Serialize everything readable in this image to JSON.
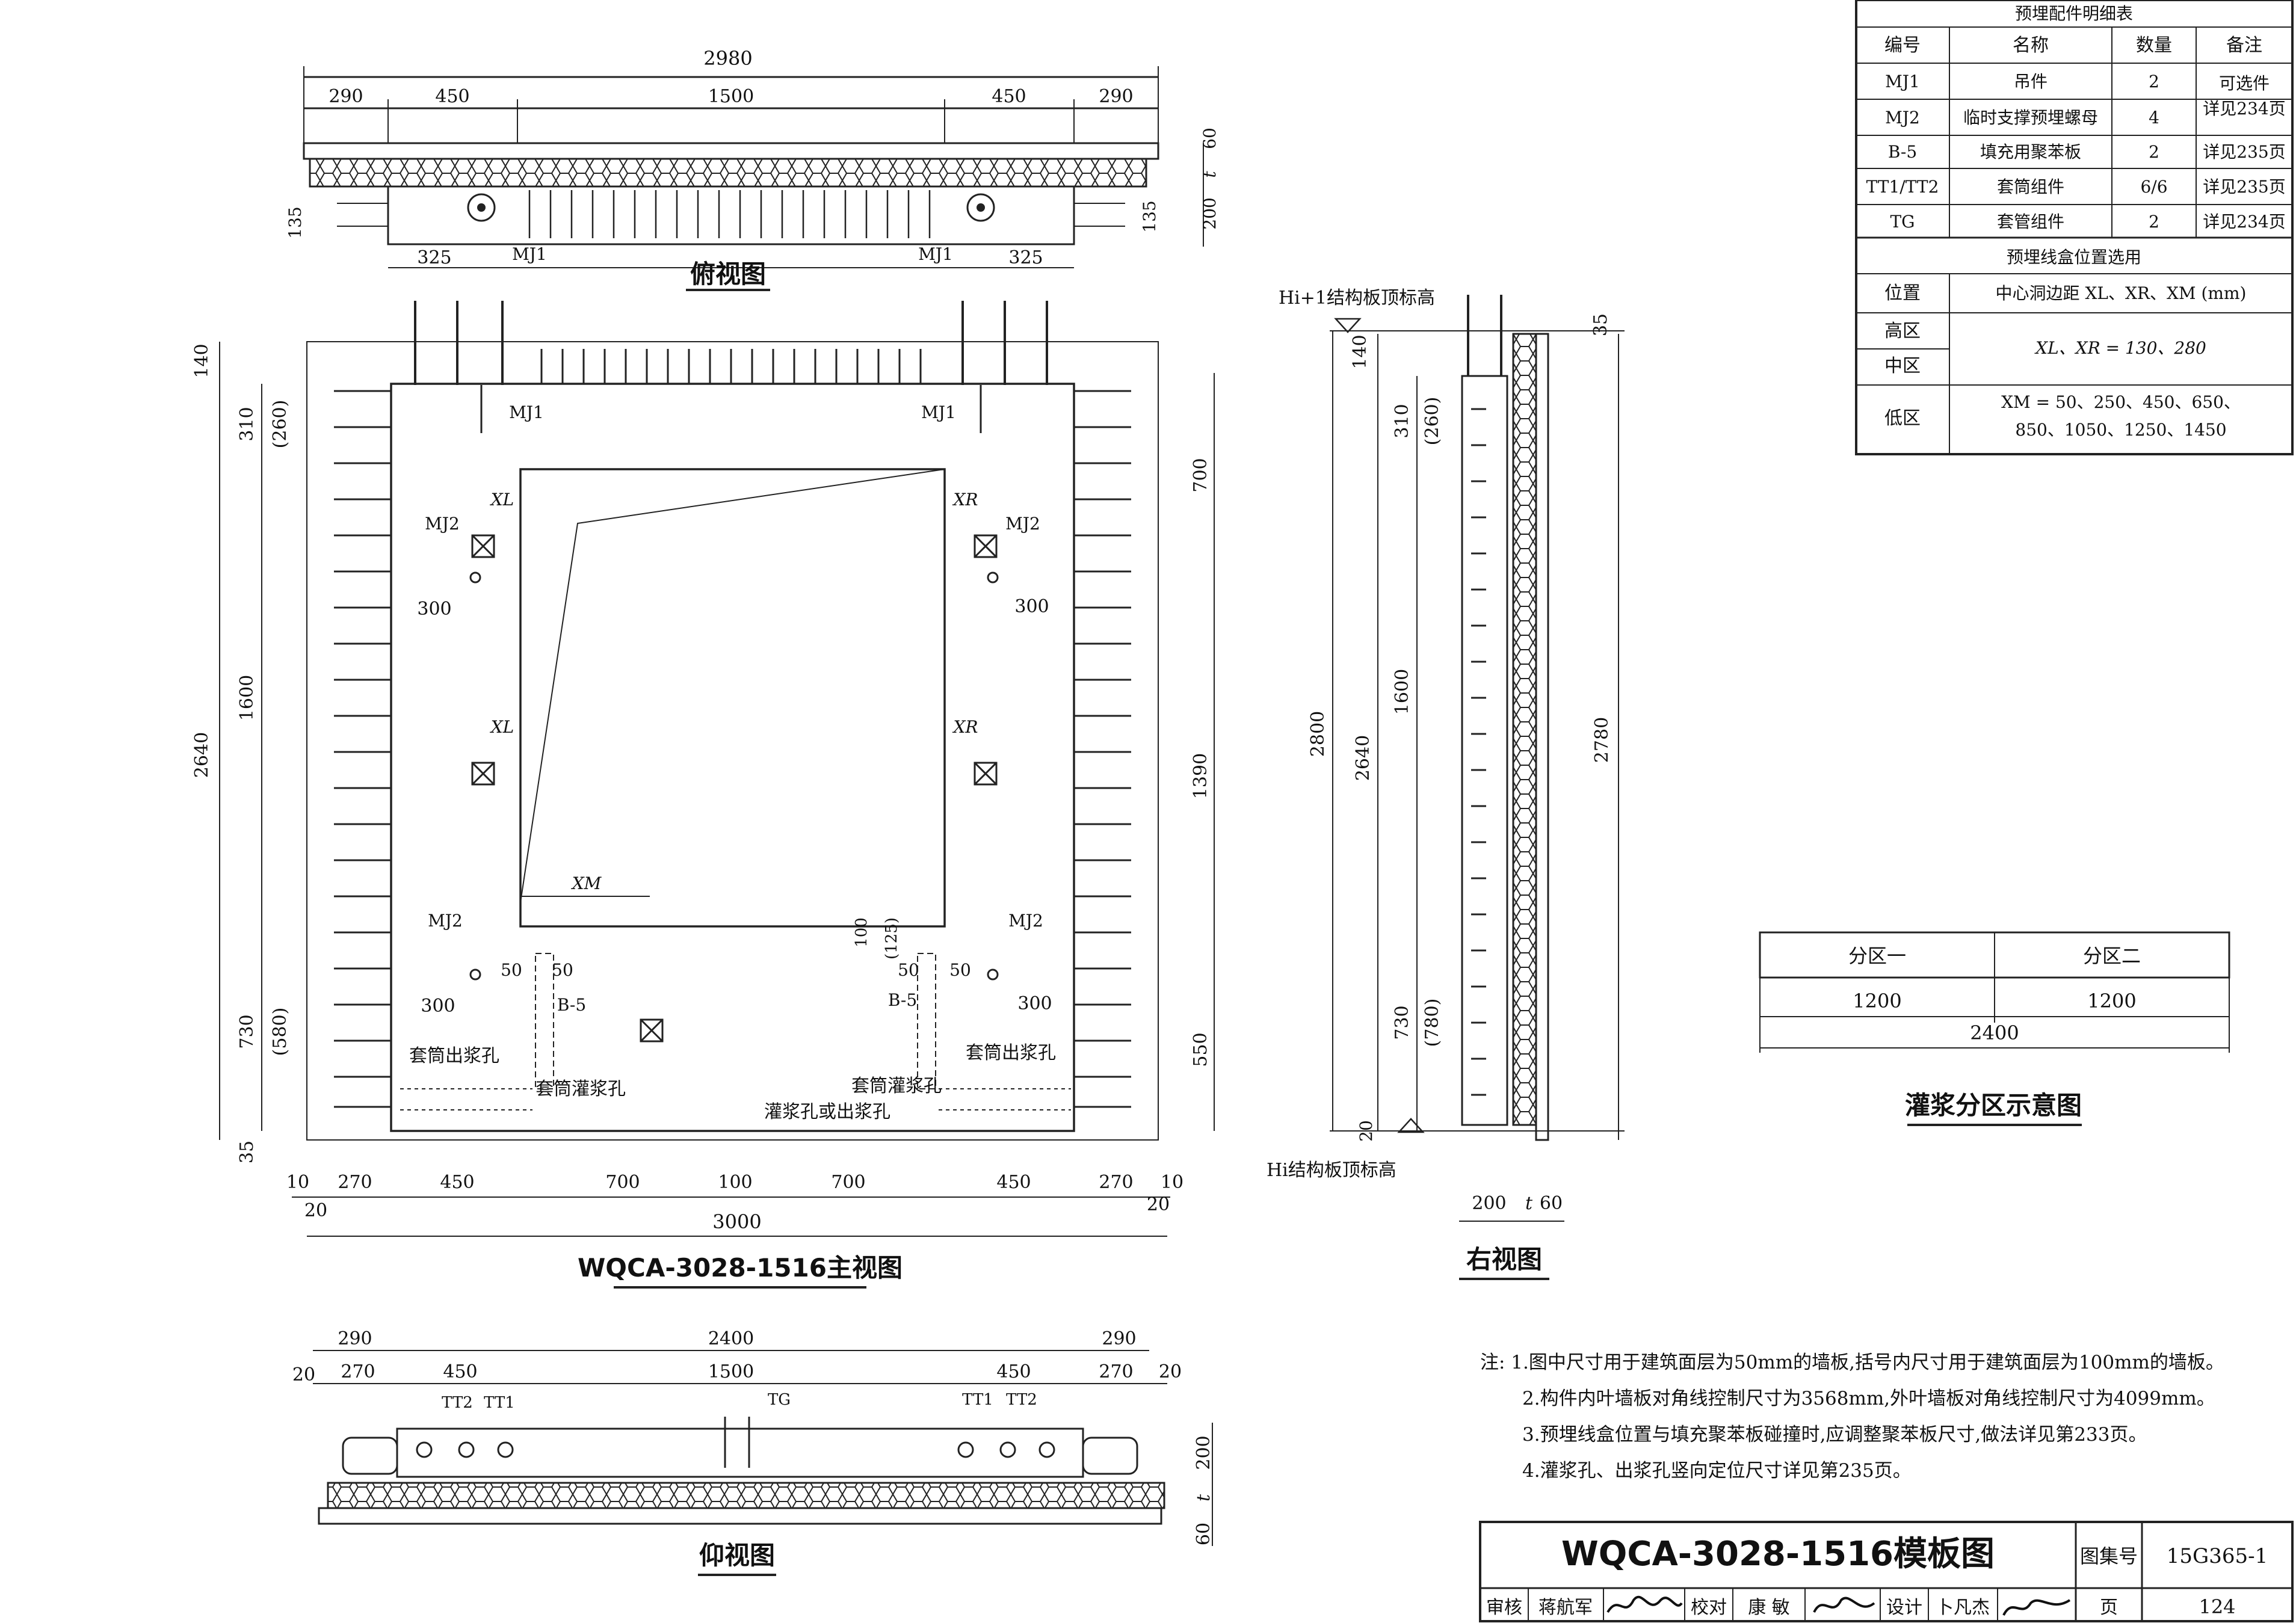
{
  "views": {
    "top_title": "俯视图",
    "main_title": "WQCA-3028-1516主视图",
    "right_title": "右视图",
    "bottom_title": "仰视图",
    "grout_title": "灌浆分区示意图"
  },
  "top_view": {
    "dims_top": [
      "2980"
    ],
    "dims_row": [
      "290",
      "450",
      "1500",
      "450",
      "290"
    ],
    "dims_side": [
      "60",
      "t",
      "200",
      "135",
      "135"
    ],
    "dims_bottom": [
      "325",
      "325"
    ],
    "labels": [
      "MJ1",
      "MJ1"
    ]
  },
  "main_view": {
    "left_dims": [
      "140",
      "310",
      "(260)",
      "1600",
      "2640",
      "730",
      "(580)",
      "35"
    ],
    "right_dims": [
      "700",
      "1390",
      "550"
    ],
    "bottom_dims_row1": [
      "10",
      "270",
      "450",
      "700",
      "100",
      "700",
      "450",
      "270",
      "10"
    ],
    "bottom_dims_row2": [
      "20",
      "3000",
      "20"
    ],
    "labels": {
      "mj1": "MJ1",
      "mj2": "MJ2",
      "xl": "XL",
      "xr": "XR",
      "xm": "XM",
      "d300": "300",
      "d50": "50",
      "b5": "B-5",
      "d100": "100",
      "d125": "(125)",
      "sleeve_out": "套筒出浆孔",
      "sleeve_in": "套筒灌浆孔",
      "grout_hole": "灌浆孔或出浆孔"
    }
  },
  "right_view": {
    "top_label": "Hi+1结构板顶标高",
    "bottom_label": "Hi结构板顶标高",
    "dims": [
      "35",
      "140",
      "310",
      "(260)",
      "1600",
      "2800",
      "2640",
      "730",
      "(780)",
      "20",
      "2780"
    ],
    "bottom_dims": [
      "200",
      "t",
      "60"
    ]
  },
  "bottom_view": {
    "dims_top": [
      "290",
      "2400",
      "290"
    ],
    "dims_row": [
      "20",
      "270",
      "450",
      "1500",
      "450",
      "270",
      "20"
    ],
    "dims_side": [
      "200",
      "t",
      "60"
    ],
    "labels": [
      "TT2",
      "TT1",
      "TG",
      "TT1",
      "TT2"
    ]
  },
  "parts_table": {
    "title": "预埋配件明细表",
    "headers": [
      "编号",
      "名称",
      "数量",
      "备注"
    ],
    "rows": [
      [
        "MJ1",
        "吊件",
        "2",
        "可选件"
      ],
      [
        "MJ2",
        "临时支撑预埋螺母",
        "4",
        "详见234页"
      ],
      [
        "B-5",
        "填充用聚苯板",
        "2",
        "详见235页"
      ],
      [
        "TT1/TT2",
        "套筒组件",
        "6/6",
        "详见235页"
      ],
      [
        "TG",
        "套管组件",
        "2",
        "详见234页"
      ]
    ]
  },
  "box_table": {
    "title": "预埋线盒位置选用",
    "headers": [
      "位置",
      "中心洞边距 XL、XR、XM (mm)"
    ],
    "rows": [
      [
        "高区",
        "XL、XR = 130、280"
      ],
      [
        "中区",
        ""
      ],
      [
        "低区",
        "XM = 50、250、450、650、\n850、1050、1250、1450"
      ]
    ]
  },
  "grout_zones": {
    "zone1": "分区一",
    "zone2": "分区二",
    "w1": "1200",
    "w2": "1200",
    "total": "2400"
  },
  "notes": [
    "注: 1.图中尺寸用于建筑面层为50mm的墙板,括号内尺寸用于建筑面层为100mm的墙板。",
    "2.构件内叶墙板对角线控制尺寸为3568mm,外叶墙板对角线控制尺寸为4099mm。",
    "3.预埋线盒位置与填充聚苯板碰撞时,应调整聚苯板尺寸,做法详见第233页。",
    "4.灌浆孔、出浆孔竖向定位尺寸详见第235页。"
  ],
  "title_block": {
    "title": "WQCA-3028-1516模板图",
    "atlas_label": "图集号",
    "atlas_no": "15G365-1",
    "review": "审核",
    "reviewer": "蒋航军",
    "check": "校对",
    "checker": "康 敏",
    "design": "设计",
    "designer": "卜凡杰",
    "page_label": "页",
    "page_no": "124"
  }
}
